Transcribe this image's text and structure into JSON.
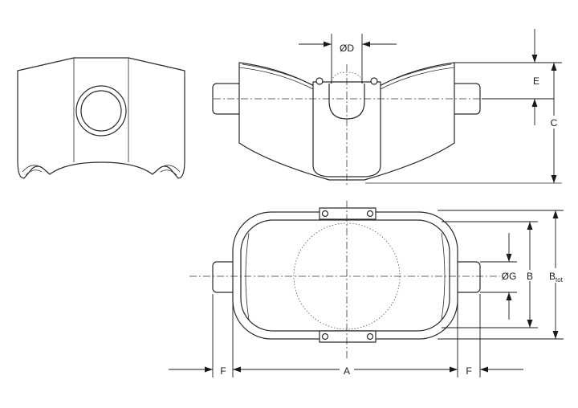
{
  "labels": {
    "d": "ØD",
    "e": "E",
    "c": "C",
    "g": "ØG",
    "b": "B",
    "btot_main": "B",
    "btot_sub": "tot",
    "a": "A",
    "f_left": "F",
    "f_right": "F"
  },
  "colors": {
    "line": "#2a2a2a",
    "background": "#ffffff"
  }
}
